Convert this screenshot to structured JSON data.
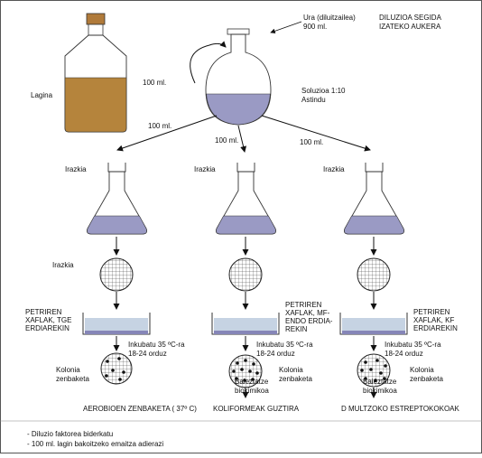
{
  "title": [
    "DILUZIOA SEGIDA",
    "IZATEKO AUKERA"
  ],
  "sample": "Lagina",
  "water": [
    "Ura (diluitzailea)",
    "900 ml."
  ],
  "solution": [
    "Soluzioa 1:10",
    "Astindu"
  ],
  "transfer_100": "100 ml.",
  "filter_label": "Irazkia",
  "plates": [
    [
      "PETRIREN",
      "XAFLAK, TGE",
      "ERDIAREKIN"
    ],
    [
      "PETRIREN",
      "XAFLAK, MF-",
      "ENDO ERDIA-",
      "REKIN"
    ],
    [
      "PETRIREN",
      "XAFLAK, KF",
      "ERDIAREKIN"
    ]
  ],
  "incubate": [
    "Inkubatu 35 ºC-ra",
    "18-24 orduz"
  ],
  "colony": [
    "Kolonia",
    "zenbaketa"
  ],
  "confirm": [
    "Baieztatze",
    "biokimikoa"
  ],
  "column_titles": [
    "AEROBIOEN ZENBAKETA ( 37º C)",
    "KOLIFORMEAK GUZTIRA",
    "D MULTZOKO ESTREPTOKOKOAK"
  ],
  "notes": [
    "- Diluzio faktorea biderkatu",
    "- 100 ml. lagin bakoitzeko emaitza adierazi"
  ],
  "colors": {
    "liquid": "#9a9ac4",
    "sample": "#b5843c",
    "cork": "#b07a3a",
    "plate": "#c6d3e3"
  }
}
